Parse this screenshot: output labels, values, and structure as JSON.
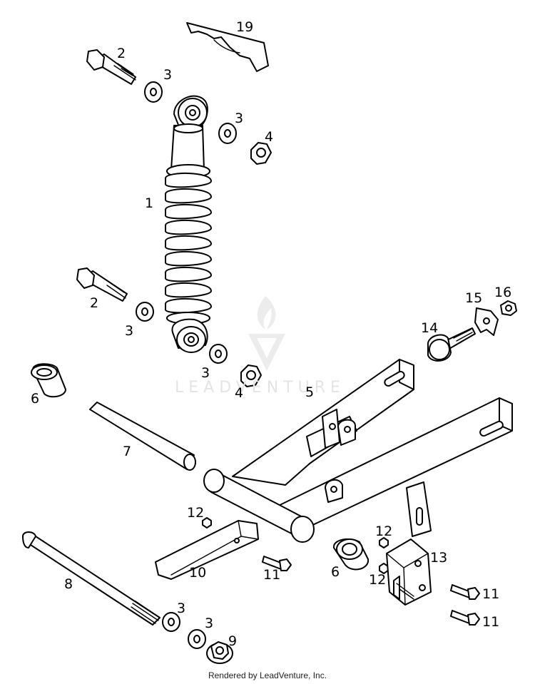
{
  "watermark": {
    "brand": "LEADVENTURE",
    "icon": "flame-v-logo-icon"
  },
  "footer": {
    "credit": "Rendered by LeadVenture, Inc."
  },
  "callouts": [
    {
      "id": "c19",
      "text": "19"
    },
    {
      "id": "c2a",
      "text": "2"
    },
    {
      "id": "c3a",
      "text": "3"
    },
    {
      "id": "c3b",
      "text": "3"
    },
    {
      "id": "c4a",
      "text": "4"
    },
    {
      "id": "c1",
      "text": "1"
    },
    {
      "id": "c2b",
      "text": "2"
    },
    {
      "id": "c3c",
      "text": "3"
    },
    {
      "id": "c15",
      "text": "15"
    },
    {
      "id": "c16",
      "text": "16"
    },
    {
      "id": "c14",
      "text": "14"
    },
    {
      "id": "c6a",
      "text": "6"
    },
    {
      "id": "c3d",
      "text": "3"
    },
    {
      "id": "c4b",
      "text": "4"
    },
    {
      "id": "c5",
      "text": "5"
    },
    {
      "id": "c7",
      "text": "7"
    },
    {
      "id": "c12a",
      "text": "12"
    },
    {
      "id": "c12b",
      "text": "12"
    },
    {
      "id": "c10",
      "text": "10"
    },
    {
      "id": "c11a",
      "text": "11"
    },
    {
      "id": "c6b",
      "text": "6"
    },
    {
      "id": "c12c",
      "text": "12"
    },
    {
      "id": "c13",
      "text": "13"
    },
    {
      "id": "c8",
      "text": "8"
    },
    {
      "id": "c11b",
      "text": "11"
    },
    {
      "id": "c3e",
      "text": "3"
    },
    {
      "id": "c11c",
      "text": "11"
    },
    {
      "id": "c3f",
      "text": "3"
    },
    {
      "id": "c9",
      "text": "9"
    }
  ]
}
